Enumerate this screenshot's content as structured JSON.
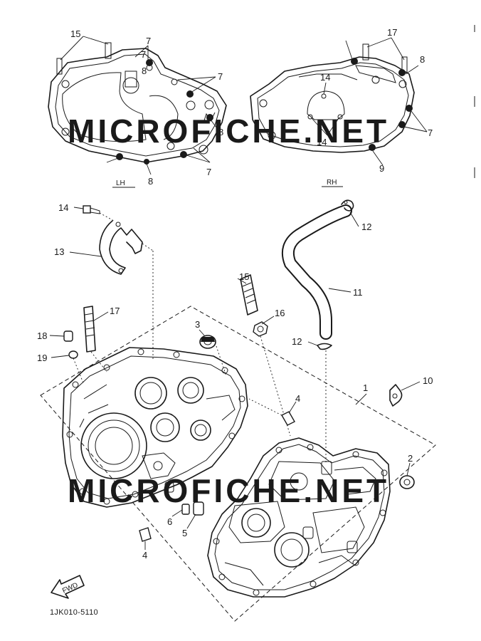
{
  "diagram": {
    "labels": {
      "lh": "LH",
      "rh": "RH",
      "fwd": "FWD",
      "code": "1JK010-5110"
    },
    "watermark": "MICROFICHE.NET",
    "callouts": [
      {
        "id": "c15a",
        "text": "15"
      },
      {
        "id": "c7a",
        "text": "7"
      },
      {
        "id": "c7b",
        "text": "7"
      },
      {
        "id": "c8a",
        "text": "8"
      },
      {
        "id": "c7c",
        "text": "7"
      },
      {
        "id": "c7d",
        "text": "7"
      },
      {
        "id": "c8b",
        "text": "8"
      },
      {
        "id": "c8c",
        "text": "8"
      },
      {
        "id": "c17a",
        "text": "17"
      },
      {
        "id": "c8d",
        "text": "8"
      },
      {
        "id": "c14a",
        "text": "14"
      },
      {
        "id": "c14b",
        "text": "14"
      },
      {
        "id": "c7e",
        "text": "7"
      },
      {
        "id": "c9",
        "text": "9"
      },
      {
        "id": "c14c",
        "text": "14"
      },
      {
        "id": "c12a",
        "text": "12"
      },
      {
        "id": "c13",
        "text": "13"
      },
      {
        "id": "c11",
        "text": "11"
      },
      {
        "id": "c15b",
        "text": "15"
      },
      {
        "id": "c16",
        "text": "16"
      },
      {
        "id": "c17b",
        "text": "17"
      },
      {
        "id": "c3",
        "text": "3"
      },
      {
        "id": "c12b",
        "text": "12"
      },
      {
        "id": "c18",
        "text": "18"
      },
      {
        "id": "c19",
        "text": "19"
      },
      {
        "id": "c10",
        "text": "10"
      },
      {
        "id": "c1",
        "text": "1"
      },
      {
        "id": "c4a",
        "text": "4"
      },
      {
        "id": "c2",
        "text": "2"
      },
      {
        "id": "c6",
        "text": "6"
      },
      {
        "id": "c5",
        "text": "5"
      },
      {
        "id": "c4b",
        "text": "4"
      }
    ]
  }
}
